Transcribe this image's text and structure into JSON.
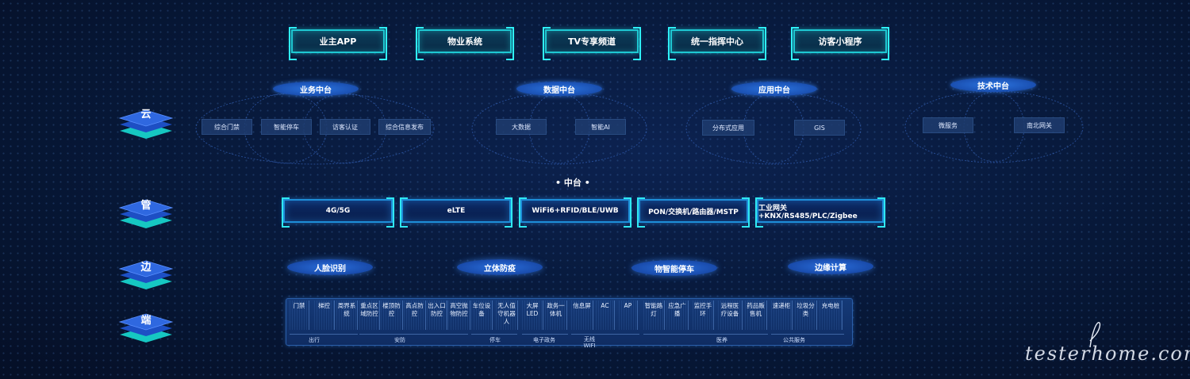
{
  "apps": [
    "业主APP",
    "物业系统",
    "TV专享频道",
    "统一指挥中心",
    "访客小程序"
  ],
  "hubs": [
    {
      "title": "业务中台",
      "items": [
        "综合门禁",
        "智能停车",
        "访客认证",
        "综合信息发布"
      ]
    },
    {
      "title": "数据中台",
      "items": [
        "大数据",
        "智能AI"
      ]
    },
    {
      "title": "应用中台",
      "items": [
        "分布式应用",
        "GIS"
      ]
    },
    {
      "title": "技术中台",
      "items": [
        "微服务",
        "南北网关"
      ]
    }
  ],
  "zhongtai_label": "• 中台 •",
  "layers": [
    "云",
    "管",
    "边",
    "端"
  ],
  "network": [
    "4G/5G",
    "eLTE",
    "WiFi6+RFID/BLE/UWB",
    "PON/交换机/路由器/MSTP",
    "工业网关+KNX/RS485/PLC/Zigbee"
  ],
  "edge": [
    "人脸识别",
    "立体防疫",
    "物智能停车",
    "边缘计算"
  ],
  "devices": [
    "门禁",
    "梯控",
    "周界系统",
    "重点区域防控",
    "楼顶防控",
    "高点防控",
    "出入口防控",
    "高空抛物防控",
    "车位设备",
    "无人值守机器人",
    "大屏LED",
    "政务一体机",
    "信息屏",
    "AC",
    "AP",
    "智能路灯",
    "应急广播",
    "监控手环",
    "远程医疗设备",
    "药品贩售机",
    "速递柜",
    "垃圾分类",
    "充电桩"
  ],
  "device_categories": [
    "出行",
    "安防",
    "停车",
    "电子政务",
    "无线WIFI",
    "医养",
    "公共服务"
  ],
  "watermark": "testerhome.com",
  "colors": {
    "background": "#061330",
    "app_border": "#1ec8d2",
    "net_border": "#1e8ed8",
    "pill": "#1a4fb0"
  }
}
